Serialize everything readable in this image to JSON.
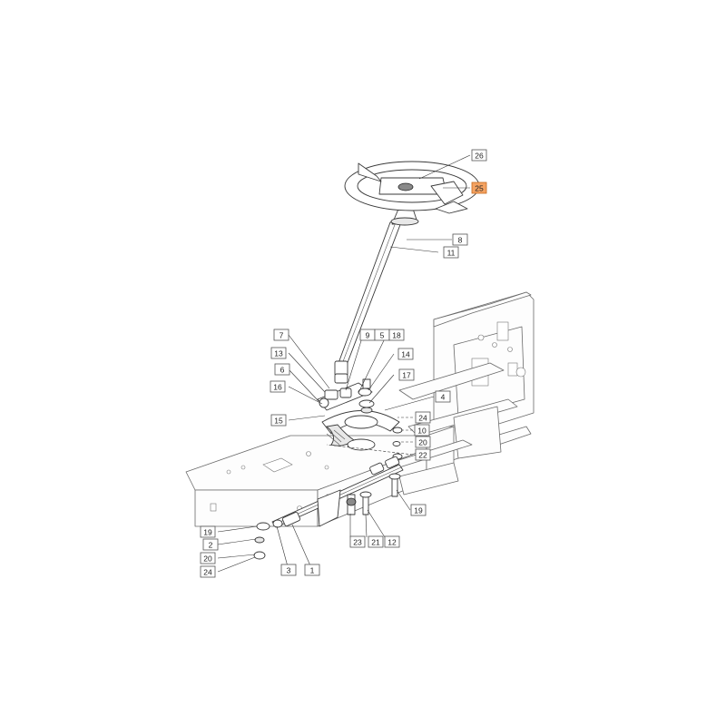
{
  "diagram": {
    "highlight_color": "#f4a261",
    "callouts": [
      {
        "id": "26",
        "label": "26"
      },
      {
        "id": "25",
        "label": "25",
        "highlighted": true
      },
      {
        "id": "8",
        "label": "8"
      },
      {
        "id": "11",
        "label": "11"
      },
      {
        "id": "7",
        "label": "7"
      },
      {
        "id": "9",
        "label": "9"
      },
      {
        "id": "5",
        "label": "5"
      },
      {
        "id": "18",
        "label": "18"
      },
      {
        "id": "13",
        "label": "13"
      },
      {
        "id": "14",
        "label": "14"
      },
      {
        "id": "6",
        "label": "6"
      },
      {
        "id": "17",
        "label": "17"
      },
      {
        "id": "16",
        "label": "16"
      },
      {
        "id": "4",
        "label": "4"
      },
      {
        "id": "15",
        "label": "15"
      },
      {
        "id": "24a",
        "label": "24"
      },
      {
        "id": "10",
        "label": "10"
      },
      {
        "id": "20a",
        "label": "20"
      },
      {
        "id": "22",
        "label": "22"
      },
      {
        "id": "19a",
        "label": "19"
      },
      {
        "id": "19b",
        "label": "19"
      },
      {
        "id": "2",
        "label": "2"
      },
      {
        "id": "20b",
        "label": "20"
      },
      {
        "id": "24b",
        "label": "24"
      },
      {
        "id": "3",
        "label": "3"
      },
      {
        "id": "1",
        "label": "1"
      },
      {
        "id": "23",
        "label": "23"
      },
      {
        "id": "21",
        "label": "21"
      },
      {
        "id": "12",
        "label": "12"
      }
    ]
  }
}
